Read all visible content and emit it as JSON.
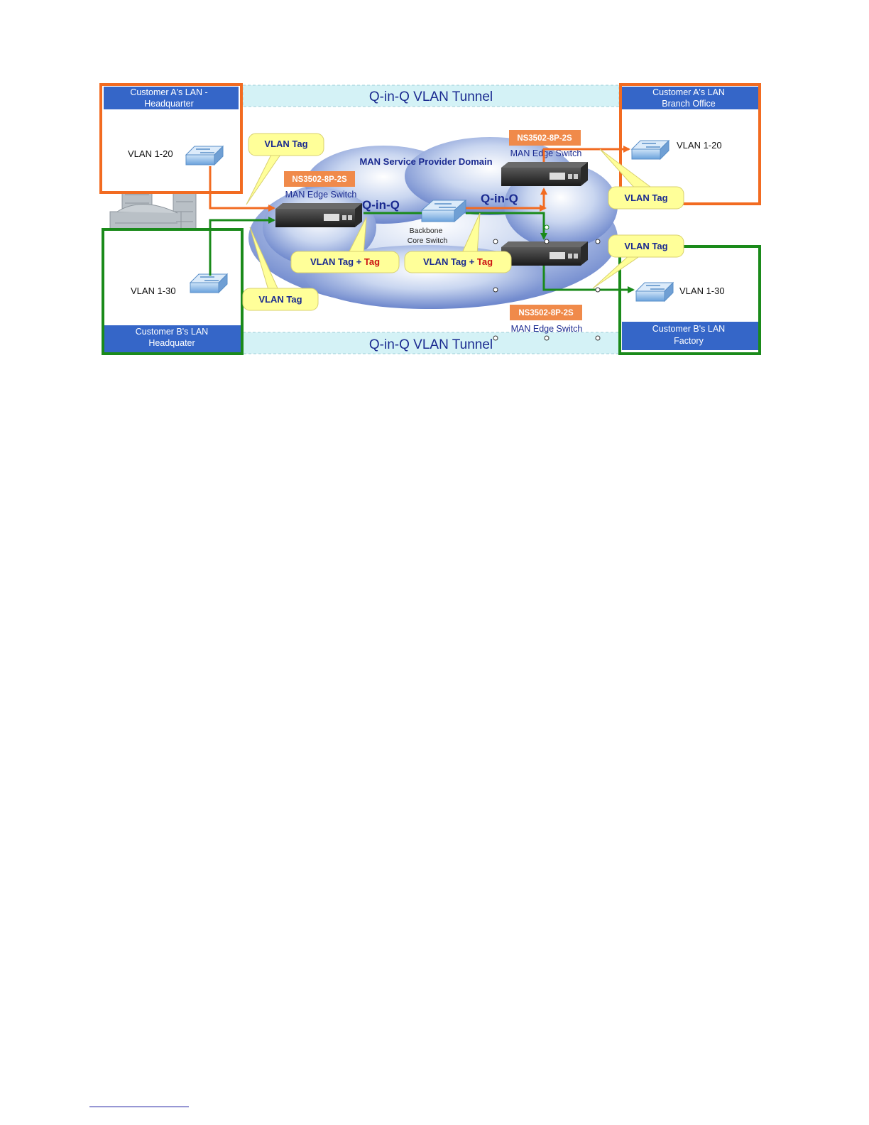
{
  "diagram": {
    "tunnel_top": "Q-in-Q VLAN Tunnel",
    "tunnel_bottom": "Q-in-Q VLAN Tunnel",
    "cloud_title": "MAN Service Provider Domain",
    "qinq_left": "Q-in-Q",
    "qinq_right": "Q-in-Q",
    "backbone_line1": "Backbone",
    "backbone_line2": "Core Switch",
    "edge_switches": [
      {
        "model": "NS3502-8P-2S",
        "role": "MAN Edge Switch"
      },
      {
        "model": "NS3502-8P-2S",
        "role": "MAN Edge Switch"
      },
      {
        "model": "NS3502-8P-2S",
        "role": "MAN Edge Switch"
      }
    ],
    "customers": {
      "a_hq": {
        "line1": "Customer A's LAN  -",
        "line2": "Headquarter",
        "vlan": "VLAN 1-20"
      },
      "a_branch": {
        "line1": "Customer A's LAN",
        "line2": "Branch Office",
        "vlan": "VLAN 1-20"
      },
      "b_hq": {
        "line1": "Customer B's LAN",
        "line2": "Headquater",
        "vlan": "VLAN 1-30"
      },
      "b_factory": {
        "line1": "Customer B's LAN",
        "line2": "Factory",
        "vlan": "VLAN 1-30"
      }
    },
    "callouts": {
      "vlan_tag": "VLAN Tag",
      "vlan_tag_plus": "VLAN Tag + ",
      "tag": "Tag"
    },
    "colors": {
      "customer_a": "#f26b21",
      "customer_b": "#1a8a1a",
      "header_blue": "#3566c8",
      "tunnel_bg": "#d4f2f6",
      "callout": "#ffff99",
      "label_orange": "#f08a4a",
      "text_navy": "#1a2a90",
      "tag_red": "#cc1111"
    }
  }
}
